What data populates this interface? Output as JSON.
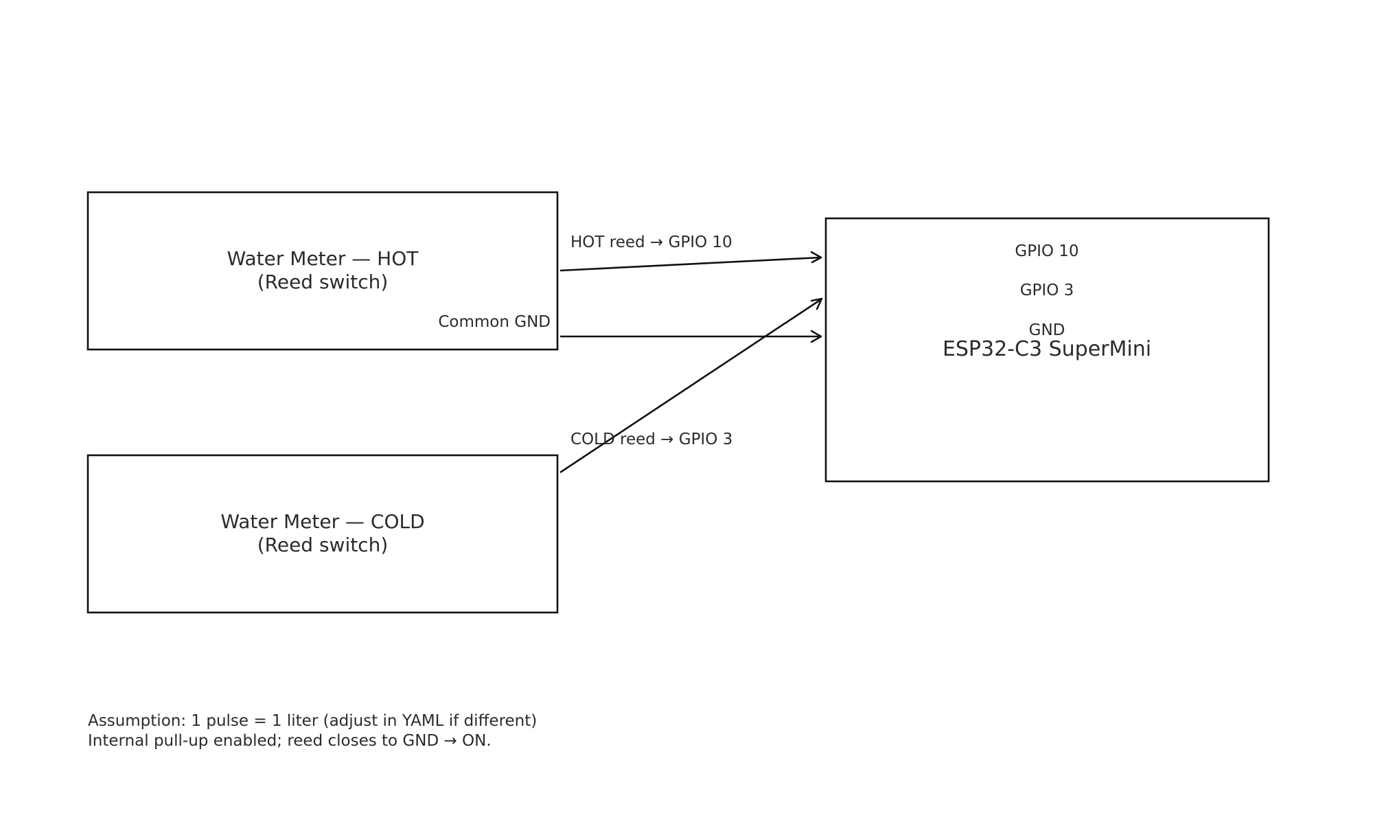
{
  "hot_meter": {
    "title_line1": "Water Meter — HOT",
    "title_line2": "(Reed switch)"
  },
  "cold_meter": {
    "title_line1": "Water Meter — COLD",
    "title_line2": "(Reed switch)"
  },
  "esp_board": {
    "title": "ESP32-C3 SuperMini",
    "pins": [
      "GPIO 10",
      "GPIO 3",
      "GND"
    ]
  },
  "connections": {
    "hot": "HOT reed → GPIO 10",
    "common_gnd": "Common GND",
    "cold": "COLD reed → GPIO 3"
  },
  "notes": [
    "Assumption: 1 pulse = 1 liter (adjust in YAML if different)",
    "Internal pull-up enabled; reed closes to GND → ON."
  ]
}
